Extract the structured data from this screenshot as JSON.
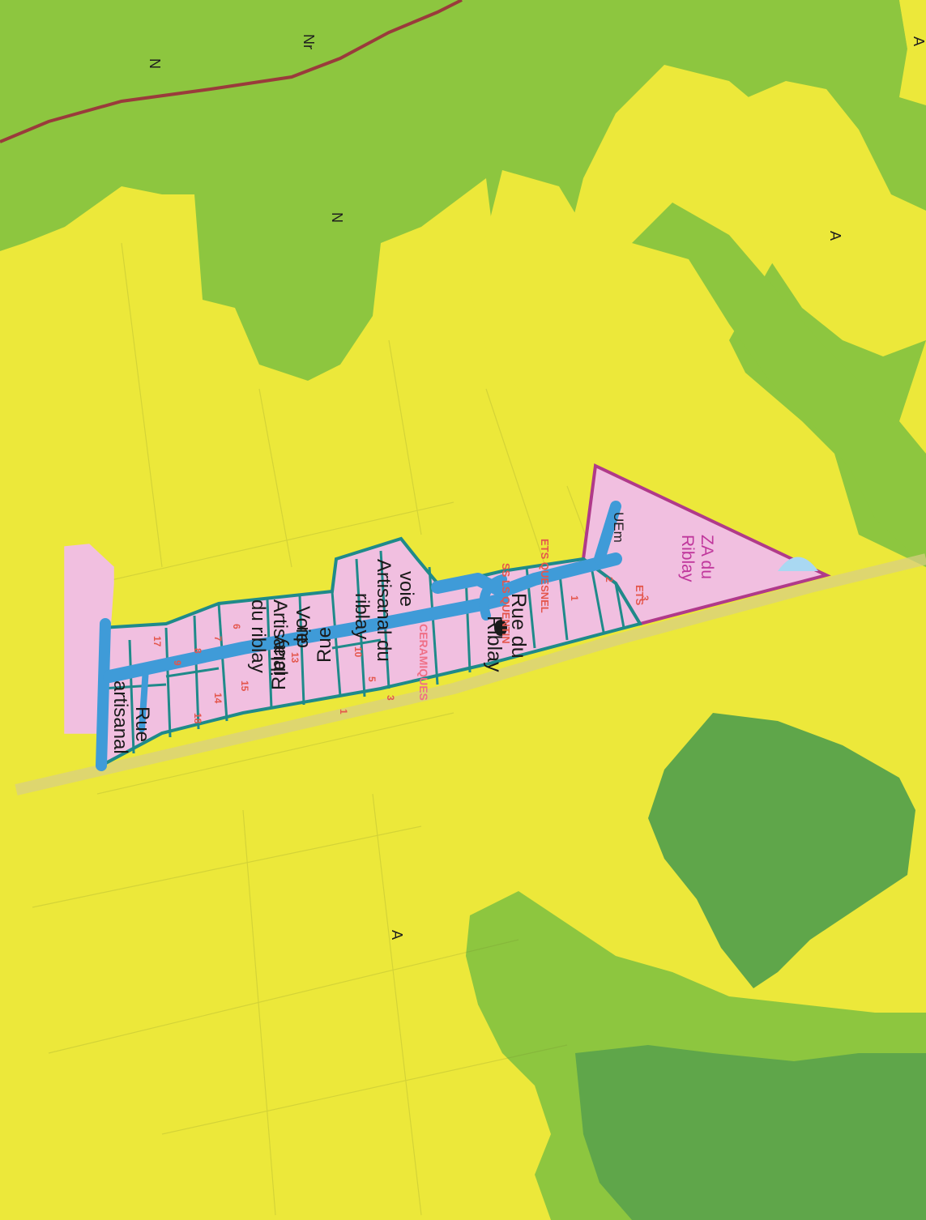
{
  "map": {
    "colors": {
      "agricultural_zone": "#ece83a",
      "natural_zone": "#8dc63f",
      "natural_zone_dark": "#5fa64a",
      "artisanal_zone": "#f1bfe0",
      "artisanal_zone_border": "#b03a8a",
      "road": "#3f9bd8",
      "parcel_border": "#1f8a8a",
      "river": "#9a3b3b",
      "basin": "#a9d8f2",
      "reference_label": "#e4564c"
    },
    "zone_labels": {
      "a_top_right": "A",
      "a_mid_right": "A",
      "a_bottom": "A",
      "n_top_left": "N",
      "nr_top": "Nr",
      "n_mid": "N",
      "ue_m": "UEm"
    },
    "za_label": {
      "line1": "ZA du",
      "line2": "Riblay"
    },
    "road_labels": {
      "rue_du_riblay": {
        "line1": "Rue du",
        "line2": "Riblay"
      },
      "voie_artisanal": {
        "line1": "voie",
        "line2": "Artisanal du",
        "line3": "riblay"
      },
      "voie_artisanal_2": {
        "line1": "Voie",
        "line2": "Artisanal",
        "line3": "du riblay"
      },
      "rue_du_riblay_2": {
        "line1": "Rue",
        "line2": "du",
        "line3": "Riblay"
      },
      "rue_artisanal": {
        "line1": "Rue",
        "line2": "artisanal"
      }
    },
    "business_labels": {
      "ets": "ETS",
      "ets_quesnel": "ETS QUESNEL",
      "st_quentin": "SS LS QUENTIN",
      "ceramiques": "CERAMIQUES"
    },
    "parcel_numbers": [
      "3",
      "2",
      "1",
      "3",
      "5",
      "10",
      "13",
      "1",
      "6",
      "7",
      "8",
      "9",
      "15",
      "14",
      "17",
      "18"
    ]
  }
}
